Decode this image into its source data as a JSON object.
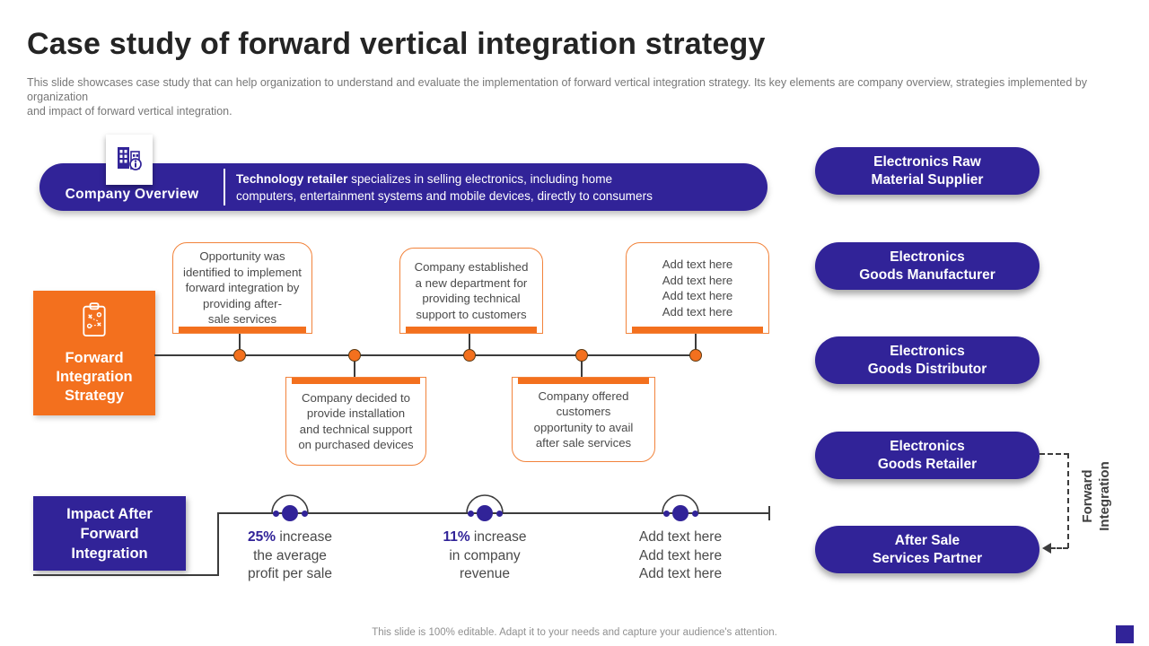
{
  "slide": {
    "title": "Case study of forward vertical integration strategy",
    "subtitle": "This slide showcases case study that can help organization to understand and evaluate the implementation of forward vertical integration strategy. Its key elements are company overview, strategies implemented by organization\nand impact of forward vertical integration.",
    "footer": "This slide is 100% editable. Adapt it to your needs and capture your audience's attention."
  },
  "colors": {
    "purple": "#312398",
    "orange": "#F3701E",
    "line_gray": "#3c3c3c",
    "text_gray": "#4a4a4a"
  },
  "company_overview": {
    "label": "Company Overview",
    "icon": "buildings-info-icon",
    "description_bold": "Technology retailer",
    "description_rest": " specializes in selling electronics, including home\ncomputers, entertainment systems and mobile devices, directly to consumers"
  },
  "strategy": {
    "label": "Forward\nIntegration\nStrategy",
    "icon": "clipboard-strategy-icon",
    "top_boxes": [
      "Opportunity was\nidentified to implement\nforward integration by\nproviding after-\nsale services",
      "Company established\na new department for\nproviding technical\nsupport to customers",
      "Add text here\nAdd text here\nAdd text here\nAdd text here"
    ],
    "bottom_boxes": [
      "Company decided to\nprovide installation\nand technical support\non purchased devices",
      "Company offered\ncustomers\nopportunity to avail\nafter sale services"
    ]
  },
  "impact": {
    "label": "Impact After\nForward\nIntegration",
    "items": [
      {
        "bold": "25%",
        "after": " increase",
        "line2": "the average",
        "line3": "profit per sale"
      },
      {
        "bold": "11%",
        "after": " increase",
        "line2": "in company",
        "line3": "revenue"
      },
      {
        "bold": "",
        "after": "Add text here",
        "line2": "Add text here",
        "line3": "Add text here"
      }
    ]
  },
  "chain": {
    "pills": [
      "Electronics Raw\nMaterial Supplier",
      "Electronics\nGoods Manufacturer",
      "Electronics\nGoods Distributor",
      "Electronics\nGoods Retailer",
      "After Sale\nServices Partner"
    ],
    "connector_label": "Forward\nIntegration"
  }
}
